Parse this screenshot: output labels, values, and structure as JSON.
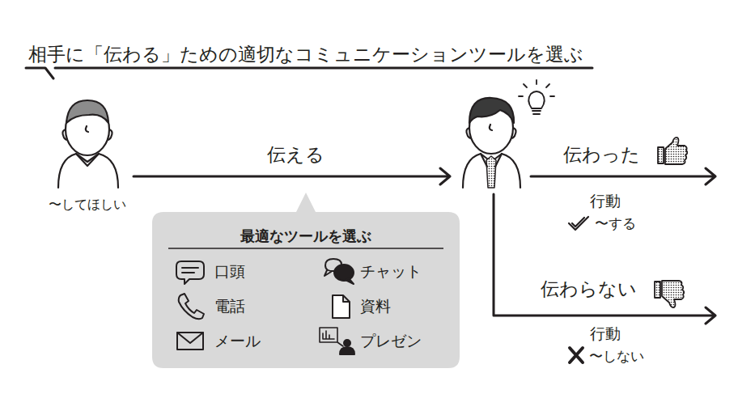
{
  "diagram": {
    "title": "相手に「伝わる」ための適切なコミュニケーションツールを選ぶ",
    "nodes": [
      {
        "text": [
          "最適なツールを選ぶ",
          "口頭",
          "チャット",
          "電話",
          "資料",
          "メール",
          "プレゼン"
        ]
      }
    ],
    "labels": [
      "〜してほしい",
      "伝える",
      "伝わった",
      "行動",
      "〜する",
      "伝わらない",
      "行動",
      "〜しない"
    ]
  }
}
